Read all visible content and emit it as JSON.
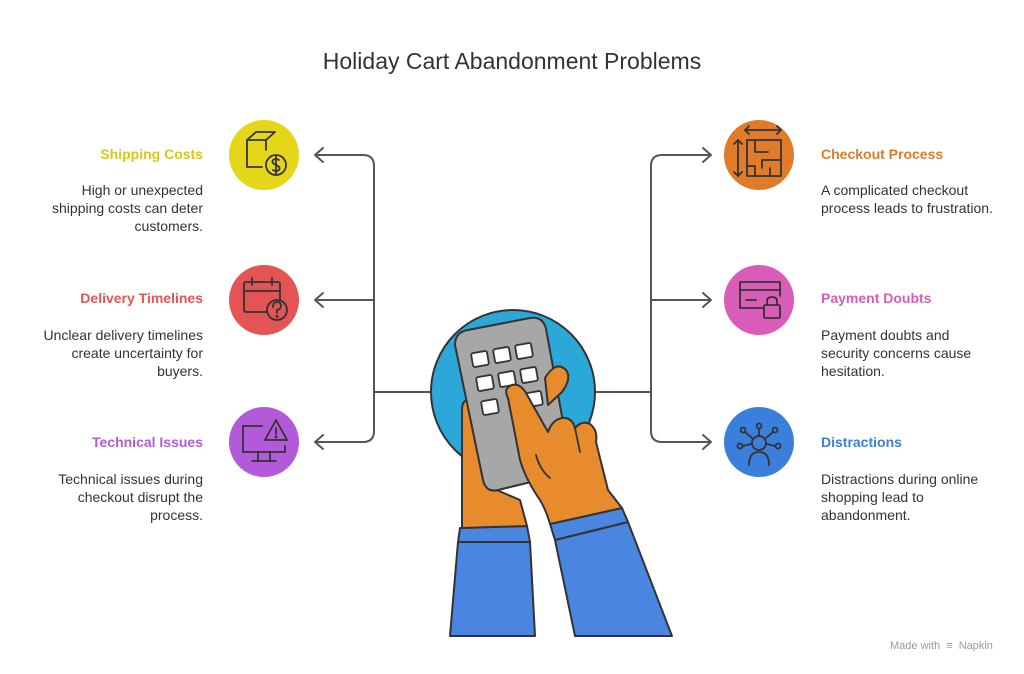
{
  "title": "Holiday Cart Abandonment Problems",
  "colors": {
    "yellow": "#e6d61a",
    "red": "#e45454",
    "purple": "#b25ad9",
    "orange": "#e07b2a",
    "pink": "#d95cb8",
    "blue": "#3b7fdc",
    "connector": "#555555",
    "sleeve": "#4a86e0",
    "skin": "#e88b2d",
    "device": "#a7a7a7",
    "disc": "#2ba7d8"
  },
  "items": {
    "shipping": {
      "label": "Shipping Costs",
      "description": "High or unexpected shipping costs can deter customers.",
      "icon": "package-dollar-icon"
    },
    "delivery": {
      "label": "Delivery Timelines",
      "description": "Unclear delivery timelines create uncertainty for buyers.",
      "icon": "calendar-question-icon"
    },
    "technical": {
      "label": "Technical Issues",
      "description": "Technical issues during checkout disrupt the process.",
      "icon": "monitor-warning-icon"
    },
    "checkout": {
      "label": "Checkout Process",
      "description": "A complicated checkout process leads to frustration.",
      "icon": "maze-icon"
    },
    "payment": {
      "label": "Payment Doubts",
      "description": "Payment doubts and security concerns cause hesitation.",
      "icon": "card-lock-icon"
    },
    "distractions": {
      "label": "Distractions",
      "description": "Distractions during online shopping lead to abandonment.",
      "icon": "person-distracted-icon"
    }
  },
  "watermark": {
    "prefix": "Made with",
    "brand": "Napkin"
  }
}
